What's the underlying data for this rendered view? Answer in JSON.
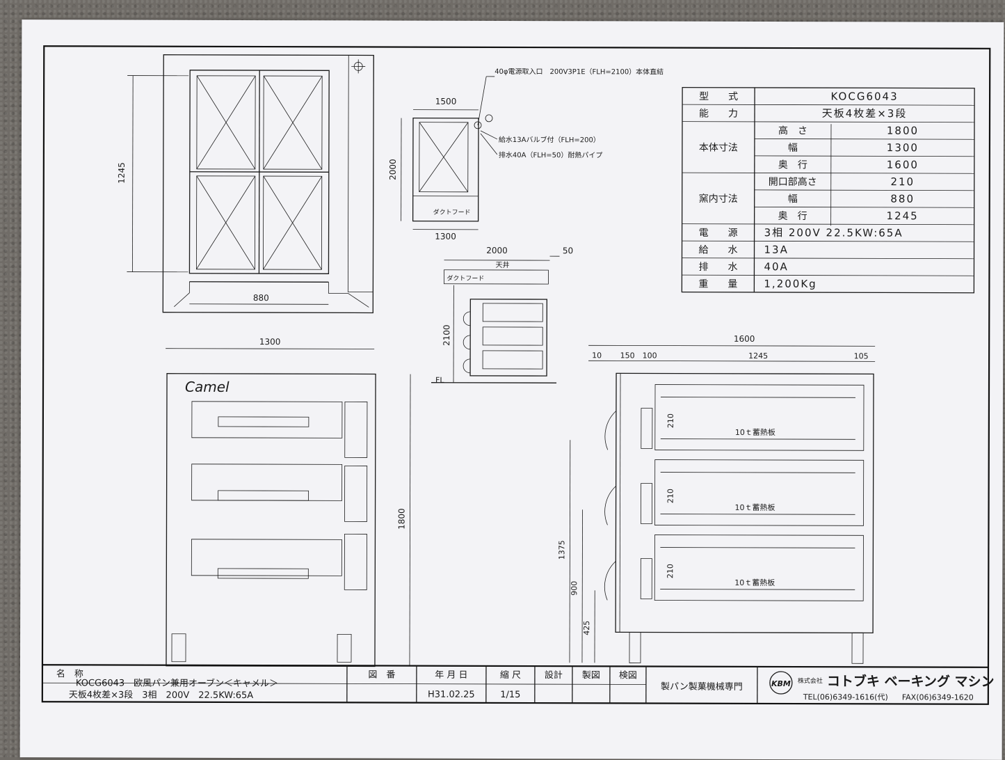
{
  "front_view_dims": {
    "width": "1300",
    "height": "1800"
  },
  "top_view_dims": {
    "depth": "1245",
    "width": "880"
  },
  "plan_view": {
    "width_top": "1500",
    "width_bottom": "1300",
    "height": "2000",
    "duct_label": "ダクトフード",
    "power_note": "40φ電源取入口　200V3P1E（FLH=2100）本体直結",
    "water_note": "給水13Aバルブ付（FLH=200）",
    "drain_note": "排水40A（FLH=50）耐熱パイプ"
  },
  "side_small": {
    "width": "2000",
    "gap": "50",
    "ceiling": "天井",
    "duct": "ダクトフード",
    "height": "2100",
    "floor": "FL"
  },
  "section_view": {
    "total": "1600",
    "segments": [
      "10",
      "150",
      "100",
      "1245",
      "105"
    ],
    "deck_height": "210",
    "deck_label": "10ｔ蓄熱板",
    "heights": [
      "1375",
      "900",
      "425"
    ]
  },
  "brand_logo": "Camel",
  "spec_table": {
    "rows": [
      {
        "label": "型　　式",
        "sub": "",
        "value": "KOCG6043"
      },
      {
        "label": "能　　力",
        "sub": "",
        "value": "天板4枚差×3段"
      },
      {
        "label": "本体寸法",
        "sub": "高　さ",
        "value": "1800"
      },
      {
        "label": "",
        "sub": "幅",
        "value": "1300"
      },
      {
        "label": "",
        "sub": "奥　行",
        "value": "1600"
      },
      {
        "label": "窯内寸法",
        "sub": "開口部高さ",
        "value": "210"
      },
      {
        "label": "",
        "sub": "幅",
        "value": "880"
      },
      {
        "label": "",
        "sub": "奥　行",
        "value": "1245"
      },
      {
        "label": "電　　源",
        "sub": "",
        "value": "3相 200V 22.5KW:65A"
      },
      {
        "label": "給　　水",
        "sub": "",
        "value": "13A"
      },
      {
        "label": "排　　水",
        "sub": "",
        "value": "40A"
      },
      {
        "label": "重　　量",
        "sub": "",
        "value": "1,200Kg"
      }
    ]
  },
  "title_block": {
    "name_label": "名　称",
    "name_line1": "KOCG6043　欧風パン兼用オーブン＜キャメル＞",
    "name_line2": "天板4枚差×3段　3相　200V　22.5KW:65A",
    "drawing_no_label": "図　番",
    "date_label": "年 月 日",
    "date_value": "H31.02.25",
    "scale_label": "縮 尺",
    "scale_value": "1/15",
    "design_label": "設計",
    "draft_label": "製図",
    "check_label": "検図",
    "company_tagline": "製パン製菓機械専門",
    "company_badge": "KBM",
    "company_prefix": "株式会社",
    "company_name": "コトブキ ベーキング マシン",
    "tel": "TEL(06)6349-1616(代)",
    "fax": "FAX(06)6349-1620"
  }
}
